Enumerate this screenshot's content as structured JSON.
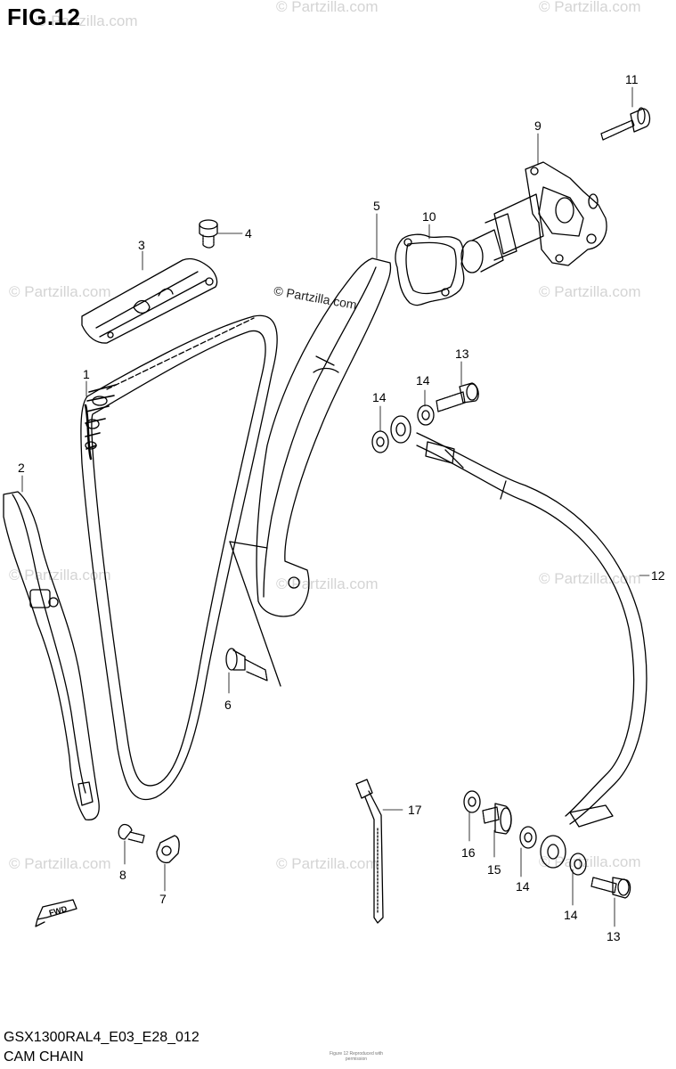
{
  "figure_title": "FIG.12",
  "model_code": "GSX1300RAL4_E03_E28_012",
  "diagram_title": "CAM CHAIN",
  "watermark_text": "© Partzilla.com",
  "watermark_center": "© Partzilla.com",
  "fwd_label": "FWD",
  "footer_note": "Figure 12\nReproduced with permission",
  "callouts": {
    "c1": "1",
    "c2": "2",
    "c3": "3",
    "c4": "4",
    "c5": "5",
    "c6": "6",
    "c7": "7",
    "c8": "8",
    "c9": "9",
    "c10": "10",
    "c11": "11",
    "c12": "12",
    "c13a": "13",
    "c13b": "13",
    "c14a": "14",
    "c14b": "14",
    "c14c": "14",
    "c14d": "14",
    "c15": "15",
    "c16": "16",
    "c17": "17"
  }
}
